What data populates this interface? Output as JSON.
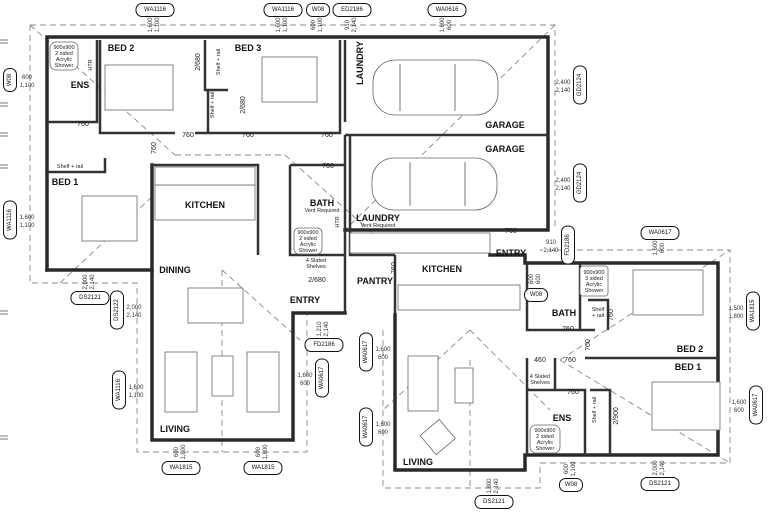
{
  "rooms": {
    "bed2": "BED 2",
    "bed3": "BED 3",
    "ens": "ENS",
    "bed1": "BED 1",
    "kitchen": "KITCHEN",
    "dining": "DINING",
    "living": "LIVING",
    "laundry_top": "LAUNDRY",
    "garage_a": "GARAGE",
    "garage_b": "GARAGE",
    "bath": "BATH",
    "laundry": "LAUNDRY",
    "pantry": "PANTRY",
    "entry": "ENTRY",
    "kitchen2": "KITCHEN",
    "entry2": "ENTRY",
    "bath2": "BATH",
    "bed2b": "BED 2",
    "bed1b": "BED 1",
    "ens2": "ENS",
    "living2": "LIVING"
  },
  "notes": {
    "vent": "Vent Required",
    "shower_2sided": [
      "900x900",
      "2 sided",
      "Acrylic",
      "Shower"
    ],
    "shower_3sided": [
      "900x900",
      "3 sided",
      "Acrylic",
      "Shower"
    ],
    "shelf_rail": "Shelf + rail",
    "shelf_rail_split": [
      "Shelf",
      "+ rail"
    ],
    "htr": "HTR",
    "slated": [
      "4 Slated",
      "Shelves"
    ]
  },
  "doors": {
    "d760": "760",
    "d2680": "2/680",
    "d2900": "2/900",
    "d460": "460"
  },
  "tags": [
    {
      "code": "WA1116",
      "dims": [
        "1,600",
        "1,100"
      ]
    },
    {
      "code": "WA1116",
      "dims": [
        "1,600",
        "1,100"
      ]
    },
    {
      "code": "W08",
      "dims": [
        "600",
        "1,100"
      ]
    },
    {
      "code": "ED2186",
      "dims": [
        "910",
        "2,140"
      ]
    },
    {
      "code": "WA0616",
      "dims": [
        "1,600",
        "600"
      ]
    },
    {
      "code": "W08",
      "dims": [
        "600",
        "1,100"
      ]
    },
    {
      "code": "WA1116",
      "dims": [
        "1,600",
        "1,100"
      ]
    },
    {
      "code": "GD2124",
      "dims": [
        "2,400",
        "2,140"
      ]
    },
    {
      "code": "GD2124",
      "dims": [
        "2,400",
        "2,140"
      ]
    },
    {
      "code": "FD2186",
      "dims": [
        "910",
        "2,140"
      ]
    },
    {
      "code": "WA0617",
      "dims": [
        "1,600",
        "600"
      ]
    },
    {
      "code": "WA1815",
      "dims": [
        "1,500",
        "1,800"
      ]
    },
    {
      "code": "WA0617",
      "dims": [
        "1,600",
        "600"
      ]
    },
    {
      "code": "DS2121",
      "dims": [
        "2,000",
        "2,140"
      ]
    },
    {
      "code": "DS2122",
      "dims": [
        "2,000",
        "2,140"
      ]
    },
    {
      "code": "WA1116",
      "dims": [
        "1,600",
        "1,100"
      ]
    },
    {
      "code": "WA1815",
      "dims": [
        "600",
        "1,800"
      ]
    },
    {
      "code": "WA1815",
      "dims": [
        "600",
        "1,800"
      ]
    },
    {
      "code": "FD2186",
      "dims": [
        "1,210",
        "2,140"
      ]
    },
    {
      "code": "WA0617",
      "dims": [
        "1,600",
        "600"
      ]
    },
    {
      "code": "WA0617",
      "dims": [
        "1,600",
        "600"
      ]
    },
    {
      "code": "WA0617",
      "dims": [
        "1,600",
        "600"
      ]
    },
    {
      "code": "W08",
      "dims": [
        "600",
        "1,100"
      ]
    },
    {
      "code": "DS2121",
      "dims": [
        "2,000",
        "2,140"
      ]
    },
    {
      "code": "DS2121",
      "dims": [
        "1,800",
        "2,140"
      ]
    },
    {
      "code": "W08",
      "dims": [
        "600",
        "600"
      ]
    }
  ]
}
